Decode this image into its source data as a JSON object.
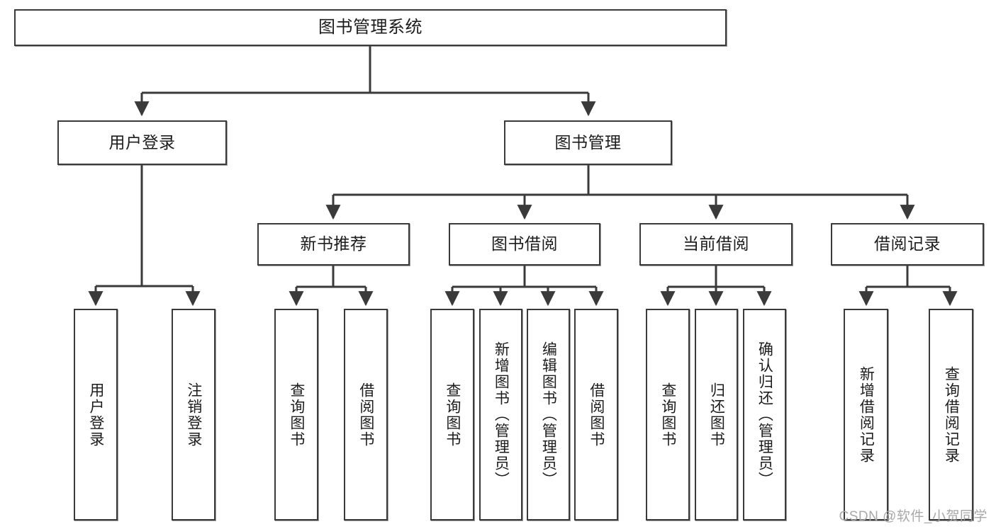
{
  "diagram": {
    "title": "图书管理系统",
    "watermark": "CSDN @软件_小贺同学",
    "line_color": "#3a3a3a",
    "box_fill": "#ffffff",
    "text_color": "#1c1c1c"
  },
  "nodes": {
    "root": {
      "label": "图书管理系统"
    },
    "level2": [
      {
        "label": "用户登录"
      },
      {
        "label": "图书管理"
      }
    ],
    "level3": [
      {
        "label": "新书推荐"
      },
      {
        "label": "图书借阅"
      },
      {
        "label": "当前借阅"
      },
      {
        "label": "借阅记录"
      }
    ],
    "leaves": {
      "user_login": [
        {
          "label": "用户登录"
        },
        {
          "label": "注销登录"
        }
      ],
      "new_book": [
        {
          "label": "查询图书"
        },
        {
          "label": "借阅图书"
        }
      ],
      "borrow_book": [
        {
          "label": "查询图书"
        },
        {
          "label": "新增图书（管理员）"
        },
        {
          "label": "编辑图书（管理员）"
        },
        {
          "label": "借阅图书"
        }
      ],
      "current_borrow": [
        {
          "label": "查询图书"
        },
        {
          "label": "归还图书"
        },
        {
          "label": "确认归还（管理员）"
        }
      ],
      "borrow_record": [
        {
          "label": "新增借阅记录"
        },
        {
          "label": "查询借阅记录"
        }
      ]
    }
  }
}
